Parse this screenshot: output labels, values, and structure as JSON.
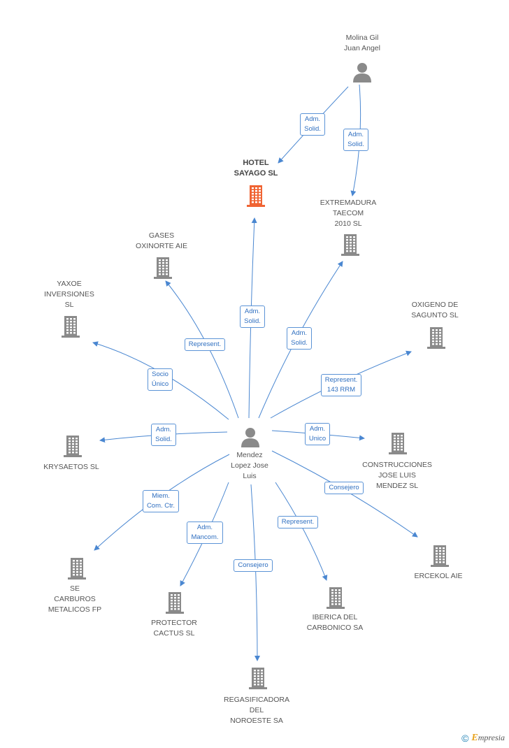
{
  "colors": {
    "edge": "#4a87d1",
    "node": "#8a8a8a",
    "focus": "#f06433"
  },
  "nodes": [
    {
      "id": "molina",
      "type": "person",
      "label": "Molina Gil\nJuan Angel"
    },
    {
      "id": "hotel",
      "type": "company",
      "focus": true,
      "label": "HOTEL\nSAYAGO SL"
    },
    {
      "id": "extremadura",
      "type": "company",
      "label": "EXTREMADURA\nTAECOM\n2010 SL"
    },
    {
      "id": "gases",
      "type": "company",
      "label": "GASES\nOXINORTE AIE"
    },
    {
      "id": "yaxoe",
      "type": "company",
      "label": "YAXOE\nINVERSIONES\nSL"
    },
    {
      "id": "oxigeno",
      "type": "company",
      "label": "OXIGENO DE\nSAGUNTO SL"
    },
    {
      "id": "mendez",
      "type": "person",
      "label": "Mendez\nLopez Jose\nLuis"
    },
    {
      "id": "krysaetos",
      "type": "company",
      "label": "KRYSAETOS SL"
    },
    {
      "id": "construcciones",
      "type": "company",
      "label": "CONSTRUCCIONES\nJOSE LUIS\nMENDEZ SL"
    },
    {
      "id": "ercekol",
      "type": "company",
      "label": "ERCEKOL AIE"
    },
    {
      "id": "se",
      "type": "company",
      "label": "SE\nCARBUROS\nMETALICOS FP"
    },
    {
      "id": "protector",
      "type": "company",
      "label": "PROTECTOR\nCACTUS  SL"
    },
    {
      "id": "iberica",
      "type": "company",
      "label": "IBERICA DEL\nCARBONICO SA"
    },
    {
      "id": "regasificadora",
      "type": "company",
      "label": "REGASIFICADORA\nDEL\nNOROESTE SA"
    }
  ],
  "edges": [
    {
      "from": "molina",
      "to": "hotel",
      "label": "Adm.\nSolid."
    },
    {
      "from": "molina",
      "to": "extremadura",
      "label": "Adm.\nSolid."
    },
    {
      "from": "mendez",
      "to": "hotel",
      "label": "Adm.\nSolid."
    },
    {
      "from": "mendez",
      "to": "gases",
      "label": "Represent."
    },
    {
      "from": "mendez",
      "to": "extremadura",
      "label": "Adm.\nSolid."
    },
    {
      "from": "mendez",
      "to": "yaxoe",
      "label": "Socio\nÚnico"
    },
    {
      "from": "mendez",
      "to": "oxigeno",
      "label": "Represent.\n143 RRM"
    },
    {
      "from": "mendez",
      "to": "krysaetos",
      "label": "Adm.\nSolid."
    },
    {
      "from": "mendez",
      "to": "construcciones",
      "label": "Adm.\nUnico"
    },
    {
      "from": "mendez",
      "to": "ercekol",
      "label": "Consejero"
    },
    {
      "from": "mendez",
      "to": "se",
      "label": "Miem.\nCom. Ctr."
    },
    {
      "from": "mendez",
      "to": "protector",
      "label": "Adm.\nMancom."
    },
    {
      "from": "mendez",
      "to": "iberica",
      "label": "Represent."
    },
    {
      "from": "mendez",
      "to": "regasificadora",
      "label": "Consejero"
    }
  ],
  "footer": {
    "copyright": "©",
    "brand_initial": "E",
    "brand_rest": "mpresia"
  }
}
